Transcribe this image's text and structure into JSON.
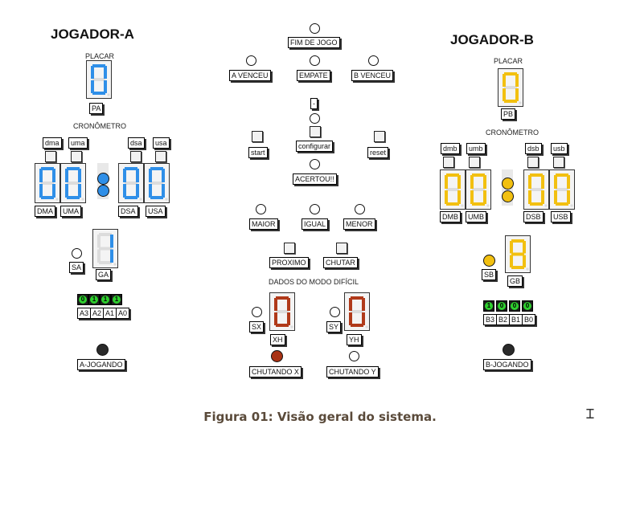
{
  "titles": {
    "a": "JOGADOR-A",
    "b": "JOGADOR-B"
  },
  "colors": {
    "a": "#2f8fe8",
    "b": "#f2c010",
    "x": "#b03a1a",
    "y": "#b03a1a",
    "inactive": "#dcdcdc"
  },
  "player_a": {
    "placar": "PLACAR",
    "cronometro": "CRONÔMETRO",
    "pa": "PA",
    "dma": "dma",
    "uma": "uma",
    "dsa": "dsa",
    "usa": "usa",
    "DMA": "DMA",
    "UMA": "UMA",
    "DSA": "DSA",
    "USA": "USA",
    "sa": "SA",
    "ga": "GA",
    "bits": [
      "A3",
      "A2",
      "A1",
      "A0"
    ],
    "switch_vals": [
      "0",
      "1",
      "1",
      "1"
    ],
    "jogando": "A-JOGANDO",
    "digits": {
      "placar": "0",
      "dm": "0",
      "um": "0",
      "ds": "0",
      "us": "0",
      "ga": "1"
    }
  },
  "player_b": {
    "placar": "PLACAR",
    "cronometro": "CRONÔMETRO",
    "pb": "PB",
    "dmb": "dmb",
    "umb": "umb",
    "dsb": "dsb",
    "usb": "usb",
    "DMB": "DMB",
    "UMB": "UMB",
    "DSB": "DSB",
    "USB": "USB",
    "sb": "SB",
    "gb": "GB",
    "bits": [
      "B3",
      "B2",
      "B1",
      "B0"
    ],
    "switch_vals": [
      "1",
      "0",
      "0",
      "0"
    ],
    "jogando": "B-JOGANDO",
    "digits": {
      "placar": "0",
      "dm": "0",
      "um": "0",
      "ds": "0",
      "us": "0",
      "gb": "8"
    }
  },
  "center": {
    "fim": "FIM DE JOGO",
    "a_venceu": "A VENCEU",
    "empate": "EMPATE",
    "b_venceu": "B VENCEU",
    "minus": "-",
    "start": "start",
    "configurar": "configurar",
    "reset": "reset",
    "acertou": "ACERTOU!!",
    "maior": "MAIOR",
    "igual": "IGUAL",
    "menor": "MENOR",
    "proximo": "PROXIMO",
    "chutar": "CHUTAR",
    "modo": "DADOS DO MODO DIFÍCIL",
    "sx": "SX",
    "xh": "XH",
    "sy": "SY",
    "yh": "YH",
    "chutando_x": "CHUTANDO X",
    "chutando_y": "CHUTANDO Y",
    "digits": {
      "x": "0",
      "y": "0"
    }
  },
  "caption": "Figura 01: Visão geral do sistema."
}
